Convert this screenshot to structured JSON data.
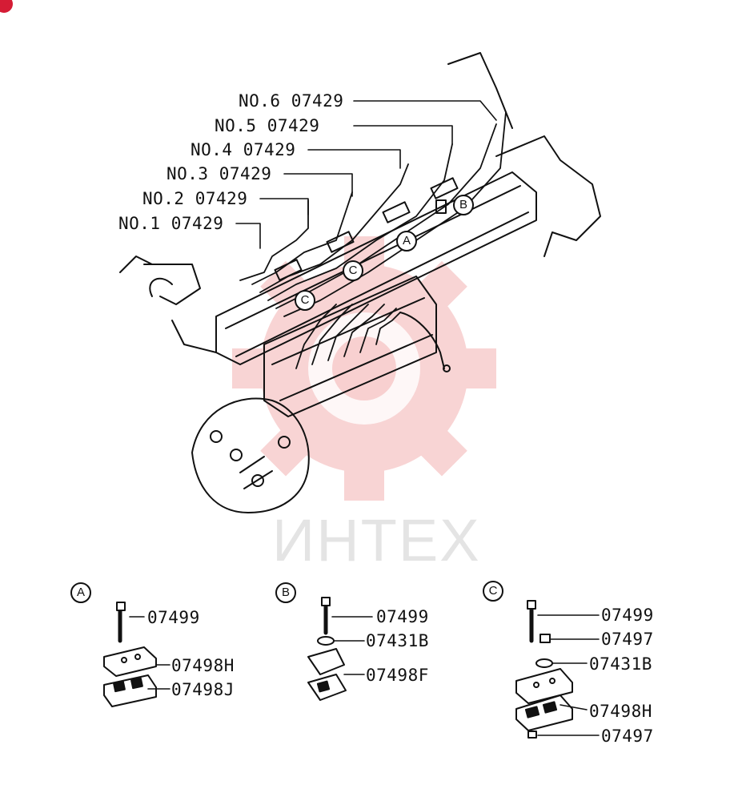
{
  "watermark": {
    "text": "ИНТЕХ",
    "color": "#f4b6b6"
  },
  "main_callouts": [
    {
      "text": "NO.6 07429"
    },
    {
      "text": "NO.5 07429"
    },
    {
      "text": "NO.4 07429"
    },
    {
      "text": "NO.3 07429"
    },
    {
      "text": "NO.2 07429"
    },
    {
      "text": "NO.1 07429"
    }
  ],
  "clamp_markers": {
    "a": "A",
    "b": "B",
    "c": "C"
  },
  "detail_a": {
    "marker": "A",
    "parts": [
      "07499",
      "07498H",
      "07498J"
    ]
  },
  "detail_b": {
    "marker": "B",
    "parts": [
      "07499",
      "07431B",
      "07498F"
    ]
  },
  "detail_c": {
    "marker": "C",
    "parts": [
      "07499",
      "07497",
      "07431B",
      "07498H",
      "07497"
    ]
  }
}
